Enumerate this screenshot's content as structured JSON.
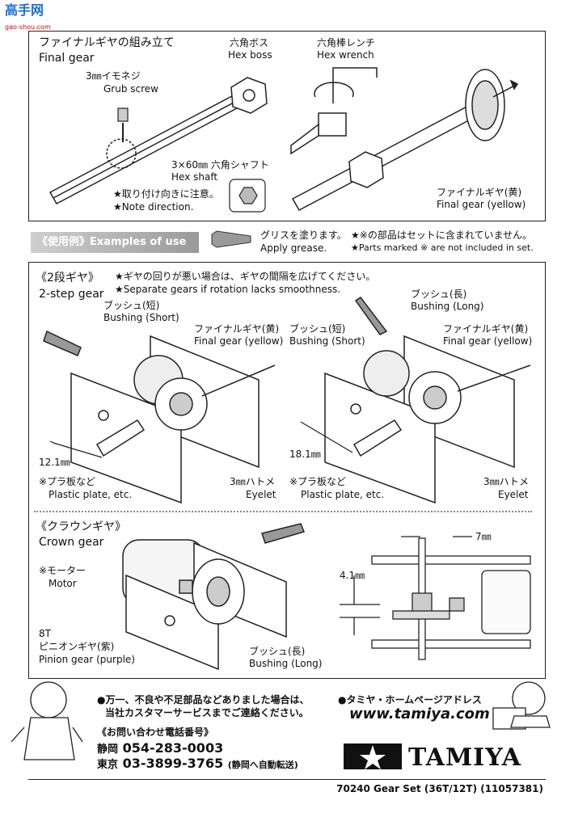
{
  "site_logo": {
    "main": "高手网",
    "sub": "gao-shou.com"
  },
  "final_gear_section": {
    "title_jp": "ファイナルギヤの組み立て",
    "title_en": "Final gear",
    "hex_boss_jp": "六角ボス",
    "hex_boss_en": "Hex boss",
    "hex_wrench_jp": "六角棒レンチ",
    "hex_wrench_en": "Hex wrench",
    "grub_jp": "3㎜イモネジ",
    "grub_en": "Grub screw",
    "shaft_jp": "3×60㎜ 六角シャフト",
    "shaft_en": "Hex shaft",
    "note_jp": "★取り付け向きに注意。",
    "note_en": "★Note direction.",
    "final_jp": "ファイナルギヤ(黄)",
    "final_en": "Final gear (yellow)"
  },
  "examples_bar": {
    "label": "《使用例》Examples of use"
  },
  "legend": {
    "grease_jp": "グリスを塗ります。",
    "grease_en": "Apply grease.",
    "notinc_jp": "★※の部品はセットに含まれていません。",
    "notinc_en": "★Parts marked ※ are not included in set."
  },
  "two_step": {
    "title_jp": "《2段ギヤ》",
    "title_en": "2-step gear",
    "note_jp": "★ギヤの回りが悪い場合は、ギヤの間隔を広げてください。",
    "note_en": "★Separate gears if rotation lacks smoothness.",
    "left": {
      "bushing_jp": "ブッシュ(短)",
      "bushing_en": "Bushing (Short)",
      "final_jp": "ファイナルギヤ(黄)",
      "final_en": "Final gear (yellow)",
      "dim": "12.1㎜",
      "plate_jp": "※プラ板など",
      "plate_en": "Plastic plate, etc.",
      "eyelet_jp": "3㎜ハトメ",
      "eyelet_en": "Eyelet"
    },
    "right": {
      "bush_long_jp": "ブッシュ(長)",
      "bush_long_en": "Bushing (Long)",
      "bushing_jp": "ブッシュ(短)",
      "bushing_en": "Bushing (Short)",
      "final_jp": "ファイナルギヤ(黄)",
      "final_en": "Final gear (yellow)",
      "dim": "18.1㎜",
      "plate_jp": "※プラ板など",
      "plate_en": "Plastic plate, etc.",
      "eyelet_jp": "3㎜ハトメ",
      "eyelet_en": "Eyelet"
    }
  },
  "crown": {
    "title_jp": "《クラウンギヤ》",
    "title_en": "Crown gear",
    "motor_jp": "※モーター",
    "motor_en": "Motor",
    "pinion_num": "8T",
    "pinion_jp": "ピニオンギヤ(紫)",
    "pinion_en": "Pinion gear (purple)",
    "bush_jp": "ブッシュ(長)",
    "bush_en": "Bushing (Long)",
    "dim_7": "7㎜",
    "dim_4": "4.1㎜"
  },
  "contact": {
    "line1": "●万一、不良や不足部品などありました場合は、",
    "line2": "当社カスタマーサービスまでご連絡ください。",
    "hp_label": "●タミヤ・ホームページアドレス",
    "url": "www.tamiya.com",
    "phone_title": "《お問い合わせ電話番号》",
    "shizuoka_label": "静岡",
    "shizuoka_num": "054-283-0003",
    "tokyo_label": "東京",
    "tokyo_num": "03-3899-3765",
    "tokyo_note": "(静岡へ自動転送)"
  },
  "brand": {
    "name": "TAMIYA"
  },
  "footer": {
    "text": "70240 Gear Set (36T/12T) (11057381)"
  }
}
